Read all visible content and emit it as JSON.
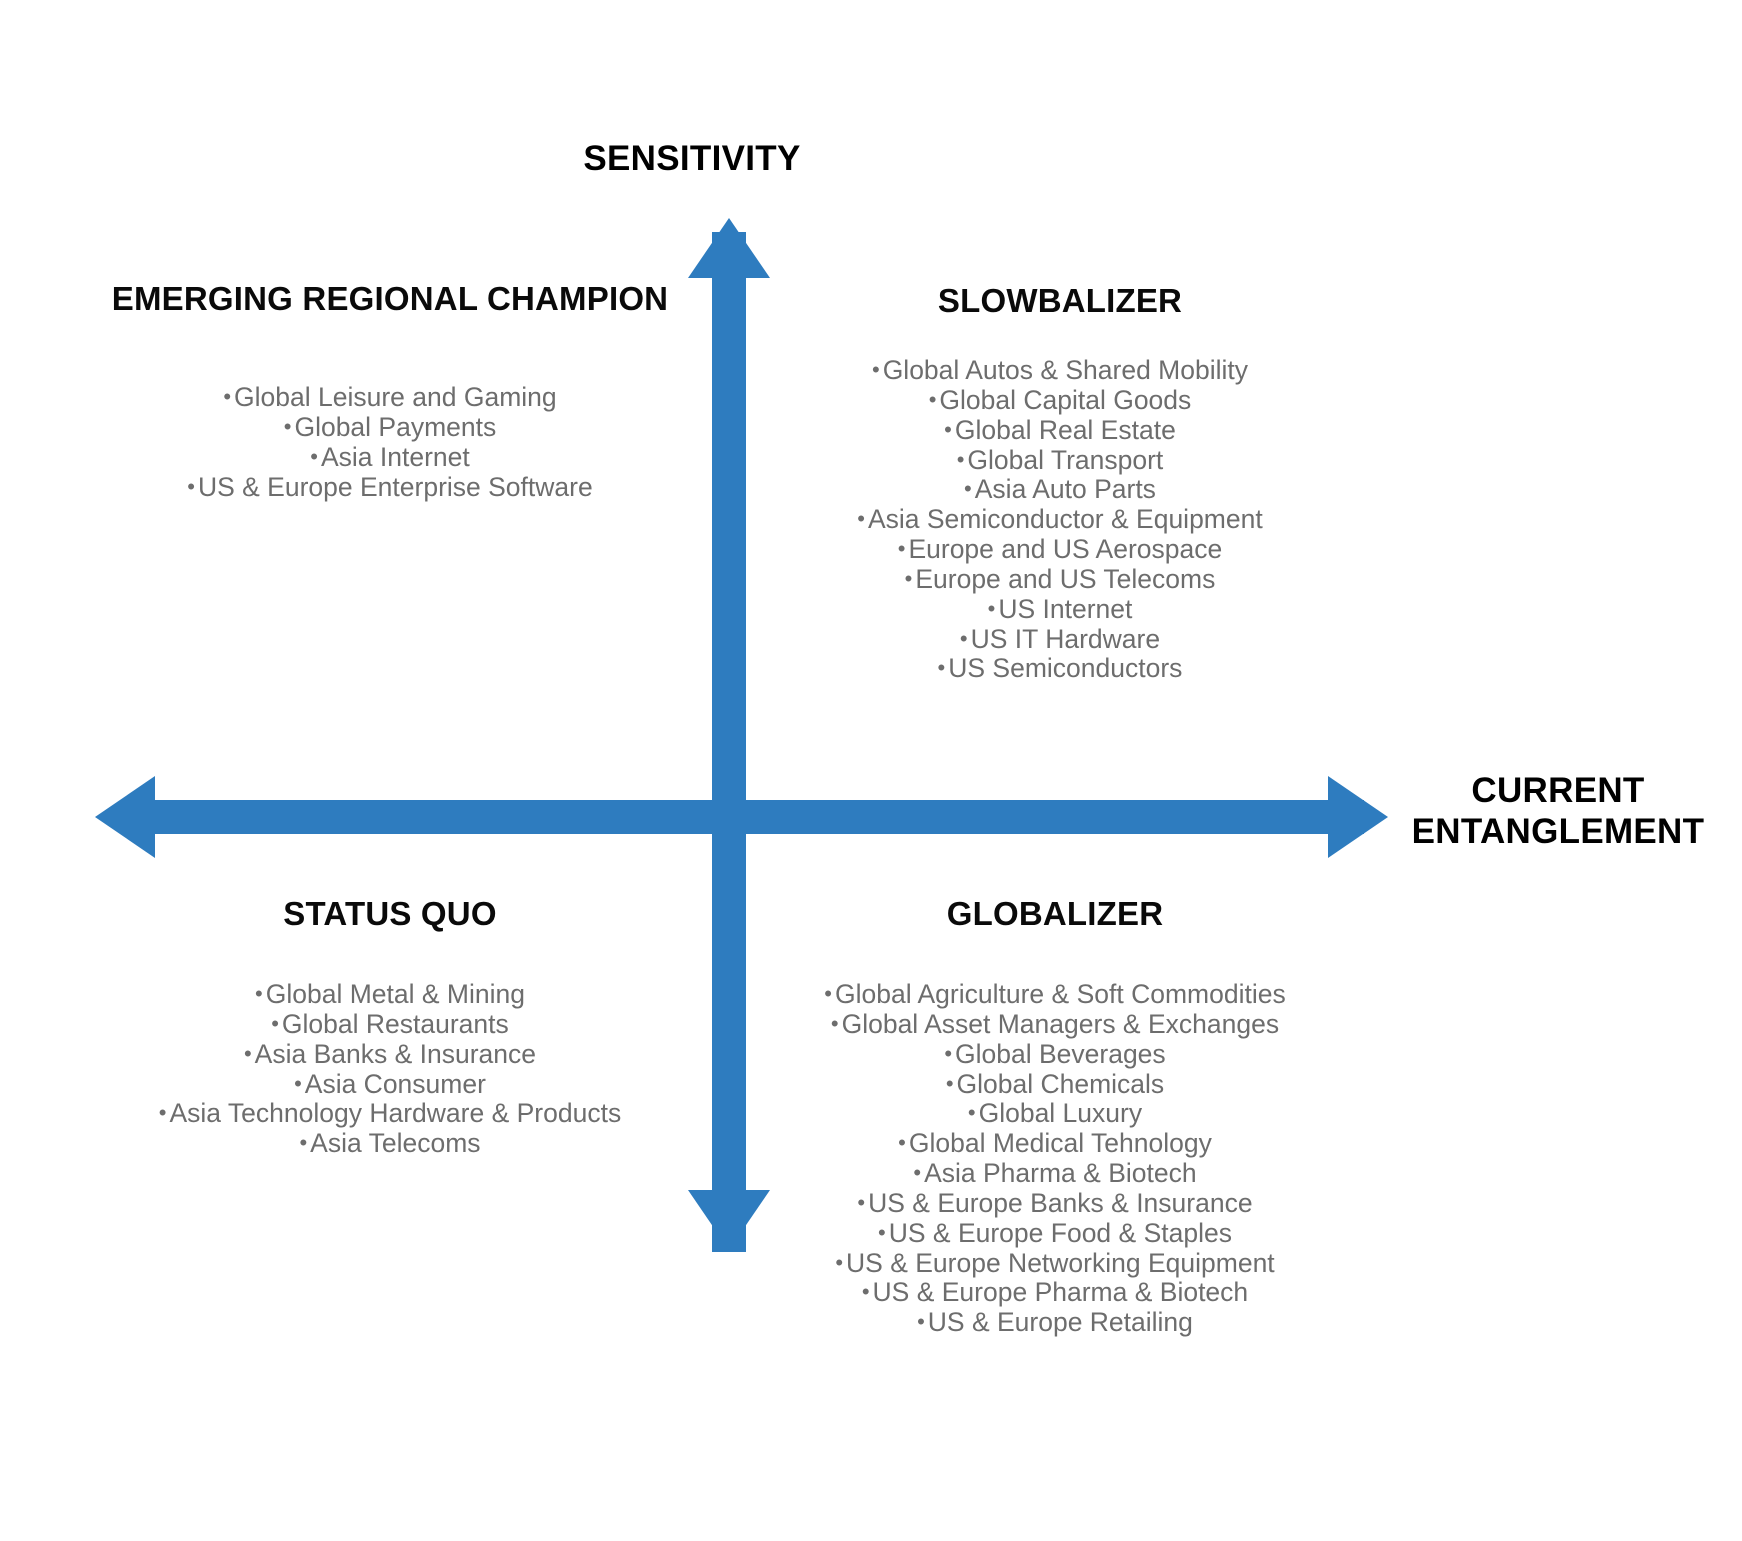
{
  "colors": {
    "accent": "#2E7CBF",
    "title": "#0a0a0a",
    "list": "#6d6d6d"
  },
  "axes": {
    "y_label": "SENSITIVITY",
    "x_label": "CURRENT\nENTANGLEMENT",
    "arrows": [
      "arrow-up",
      "arrow-down",
      "arrow-left",
      "arrow-right"
    ]
  },
  "bullet": "•",
  "quadrants": [
    {
      "id": "emerging-regional-champion",
      "title": "EMERGING REGIONAL\nCHAMPION",
      "items": [
        "Global Leisure and Gaming",
        "Global Payments",
        "Asia Internet",
        "US & Europe Enterprise Software"
      ]
    },
    {
      "id": "slowbalizer",
      "title": "SLOWBALIZER",
      "items": [
        "Global Autos & Shared Mobility",
        "Global Capital Goods",
        "Global Real Estate",
        "Global Transport",
        "Asia Auto Parts",
        "Asia Semiconductor & Equipment",
        "Europe and US Aerospace",
        "Europe and US Telecoms",
        "US Internet",
        "US IT Hardware",
        "US Semiconductors"
      ]
    },
    {
      "id": "status-quo",
      "title": "STATUS QUO",
      "items": [
        "Global Metal & Mining",
        "Global Restaurants",
        "Asia Banks & Insurance",
        "Asia Consumer",
        "Asia Technology Hardware & Products",
        "Asia Telecoms"
      ]
    },
    {
      "id": "globalizer",
      "title": "GLOBALIZER",
      "items": [
        "Global Agriculture & Soft Commodities",
        "Global Asset Managers & Exchanges",
        "Global Beverages",
        "Global Chemicals",
        "Global Luxury",
        "Global Medical Tehnology",
        "Asia Pharma & Biotech",
        "US & Europe Banks & Insurance",
        "US & Europe Food & Staples",
        "US & Europe Networking Equipment",
        "US & Europe Pharma & Biotech",
        "US & Europe Retailing"
      ]
    }
  ]
}
